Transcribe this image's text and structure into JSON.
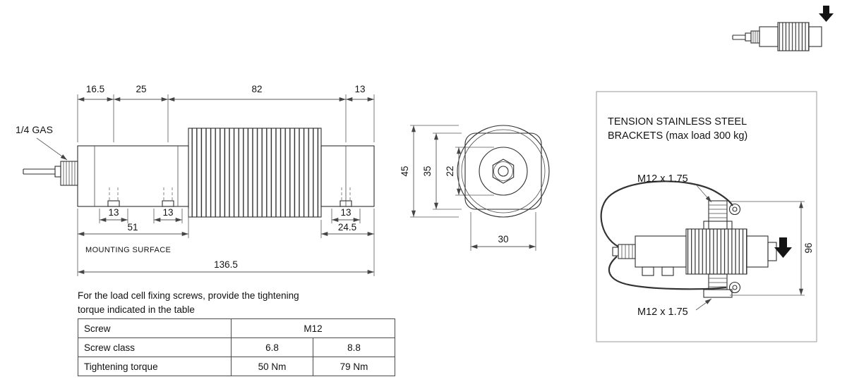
{
  "colors": {
    "ink": "#141414",
    "line": "#2e2e2e",
    "dim_line": "#5a5a5a"
  },
  "side_view": {
    "gas_label": "1/4 GAS",
    "mounting_surface": "MOUNTING SURFACE",
    "dims_top": {
      "d1": "16.5",
      "d2": "25",
      "d3": "82",
      "d4": "13"
    },
    "dims_bottom": {
      "hole_left": "13",
      "hole_mid": "13",
      "hole_right": "13",
      "left_span": "51",
      "right_span": "24.5",
      "total": "136.5"
    }
  },
  "end_view": {
    "diameter_outer": "45",
    "body_width": "35",
    "boss_diameter": "22",
    "flat_width": "30"
  },
  "bracket_panel": {
    "title_line1": "TENSION STAINLESS STEEL",
    "title_line2": "BRACKETS (max load 300 kg)",
    "thread_top": "M12 x 1.75",
    "thread_bottom": "M12 x 1.75",
    "height_dim": "96"
  },
  "note": {
    "line1": "For the load cell fixing screws, provide the tightening",
    "line2": "torque indicated in the table"
  },
  "table": {
    "rows": [
      {
        "label": "Screw",
        "span": "M12"
      },
      {
        "label": "Screw class",
        "c1": "6.8",
        "c2": "8.8"
      },
      {
        "label": "Tightening torque",
        "c1": "50 Nm",
        "c2": "79 Nm"
      }
    ]
  }
}
